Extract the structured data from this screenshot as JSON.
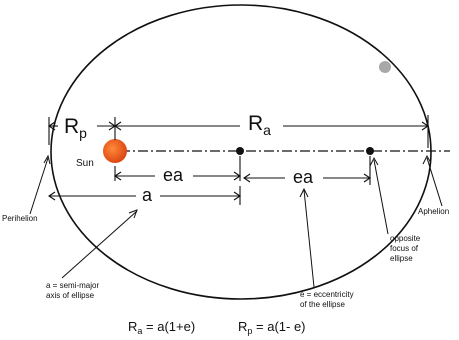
{
  "labels": {
    "rp_main": "R",
    "rp_sub": "p",
    "ra_main": "R",
    "ra_sub": "a",
    "sun": "Sun",
    "ea_left": "ea",
    "ea_right": "ea",
    "a": "a",
    "perihelion": "Perihelion",
    "aphelion": "Aphelion",
    "opposite_focus_1": "opposite",
    "opposite_focus_2": "focus of",
    "opposite_focus_3": "ellipse",
    "semimajor_1": "a = semi-major",
    "semimajor_2": "axis of ellipse",
    "eccentricity_1": "e = eccentricity",
    "eccentricity_2": "of the ellipse"
  },
  "formula": {
    "ra_main": "R",
    "ra_sub": "a",
    "ra_rhs": " = a(1+e)",
    "rp_main": "R",
    "rp_sub": "p",
    "rp_rhs": " = a(1- e)"
  },
  "colors": {
    "sun": "#e4511b",
    "planet": "#a8a8a8",
    "line": "#111111"
  }
}
